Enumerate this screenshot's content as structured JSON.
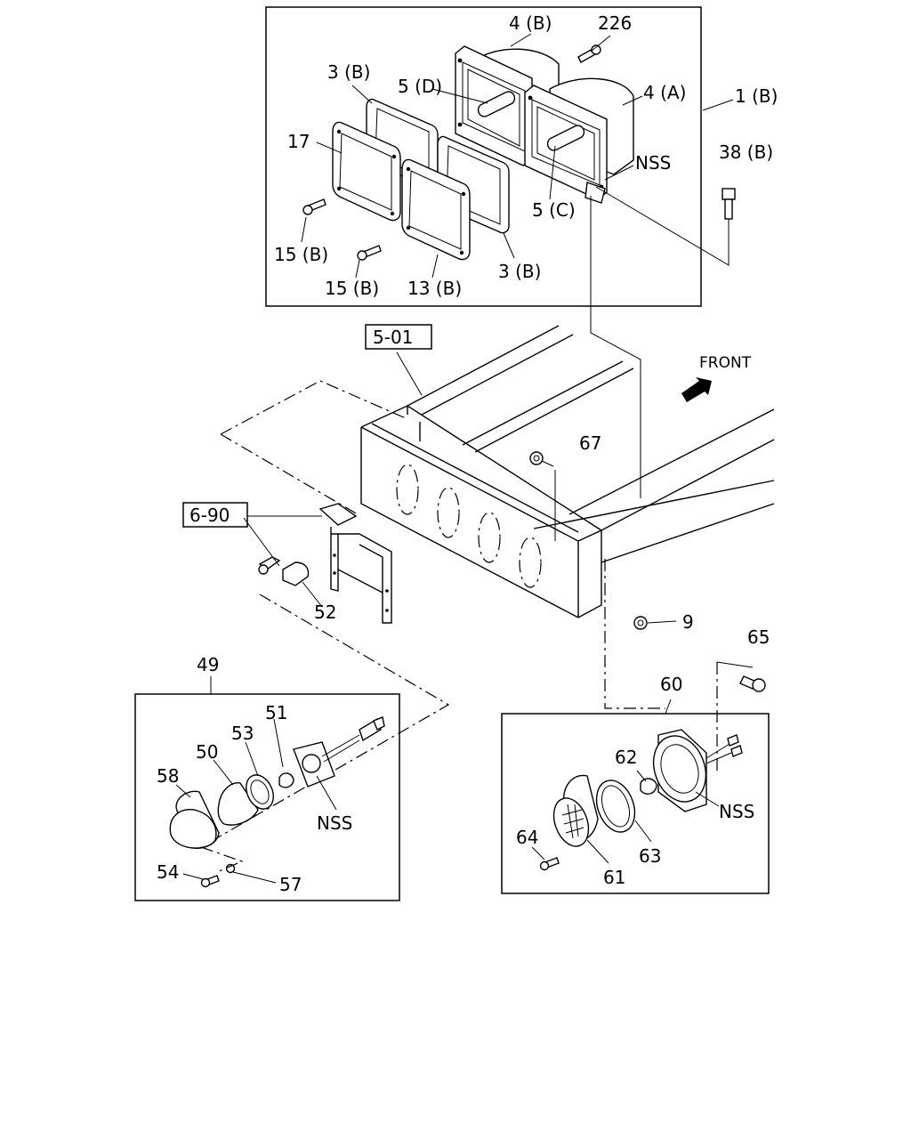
{
  "labels": {
    "l4B": "4 (B)",
    "l226": "226",
    "l3B_top": "3 (B)",
    "l5D": "5 (D)",
    "l4A": "4 (A)",
    "l1B": "1 (B)",
    "l17": "17",
    "lNSS_top": "NSS",
    "l38B": "38 (B)",
    "l5C": "5 (C)",
    "l15B_a": "15 (B)",
    "l15B_b": "15 (B)",
    "l13B": "13 (B)",
    "l3B_bot": "3 (B)",
    "l501": "5-01",
    "lFRONT": "FRONT",
    "l67": "67",
    "l690": "6-90",
    "l52": "52",
    "l9": "9",
    "l65": "65",
    "l49": "49",
    "l60": "60",
    "l51": "51",
    "l53": "53",
    "l50": "50",
    "l58": "58",
    "lNSS_left": "NSS",
    "l54": "54",
    "l57": "57",
    "l62": "62",
    "lNSS_right": "NSS",
    "l64": "64",
    "l63": "63",
    "l61": "61"
  }
}
